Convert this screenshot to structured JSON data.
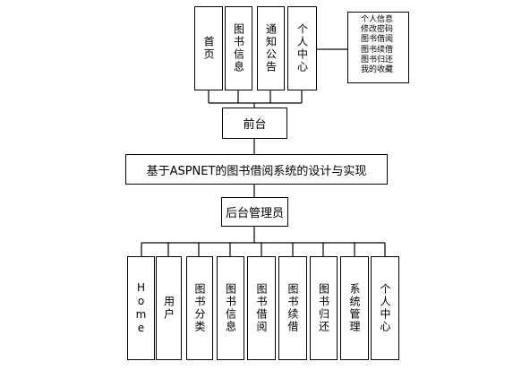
{
  "front_modules": [
    "首页",
    "图书信息",
    "通知公告",
    "个人中心"
  ],
  "personal_center_items": [
    "个人信息",
    "修改密码",
    "图书借阅",
    "图书续借",
    "图书归还",
    "我的收藏"
  ],
  "frontend_label": "前台",
  "system_title": "基于ASPNET的图书借阅系统的设计与实现",
  "backend_label": "后台管理员",
  "back_modules": [
    "Home",
    "用户",
    "图书分类",
    "图书信息",
    "图书借阅",
    "图书续借",
    "图书归还",
    "系统管理",
    "个人中心"
  ]
}
